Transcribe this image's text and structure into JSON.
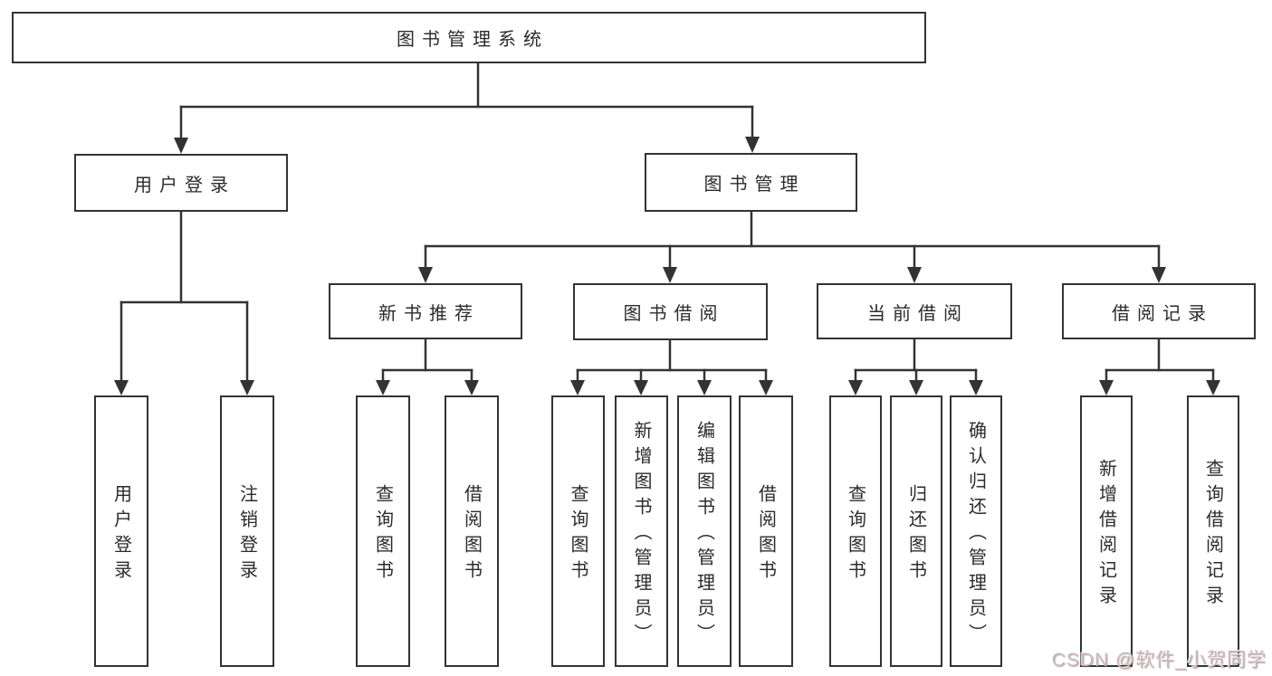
{
  "diagram_title": "图书管理系统",
  "colors": {
    "line": "#333333",
    "text": "#2b2b2b",
    "background": "#ffffff",
    "watermark": "#cdb5b8"
  },
  "tree": {
    "root": "图书管理系统",
    "branches": [
      {
        "label": "用户登录",
        "children": [
          {
            "label": "用户登录"
          },
          {
            "label": "注销登录"
          }
        ]
      },
      {
        "label": "图书管理",
        "children": [
          {
            "label": "新书推荐",
            "children": [
              {
                "label": "查询图书"
              },
              {
                "label": "借阅图书"
              }
            ]
          },
          {
            "label": "图书借阅",
            "children": [
              {
                "label": "查询图书"
              },
              {
                "label": "新增图书（管理员）"
              },
              {
                "label": "编辑图书（管理员）"
              },
              {
                "label": "借阅图书"
              }
            ]
          },
          {
            "label": "当前借阅",
            "children": [
              {
                "label": "查询图书"
              },
              {
                "label": "归还图书"
              },
              {
                "label": "确认归还（管理员）"
              }
            ]
          },
          {
            "label": "借阅记录",
            "children": [
              {
                "label": "新增借阅记录"
              },
              {
                "label": "查询借阅记录"
              }
            ]
          }
        ]
      }
    ]
  },
  "watermark": {
    "text": "CSDN @软件_小贺同学"
  }
}
